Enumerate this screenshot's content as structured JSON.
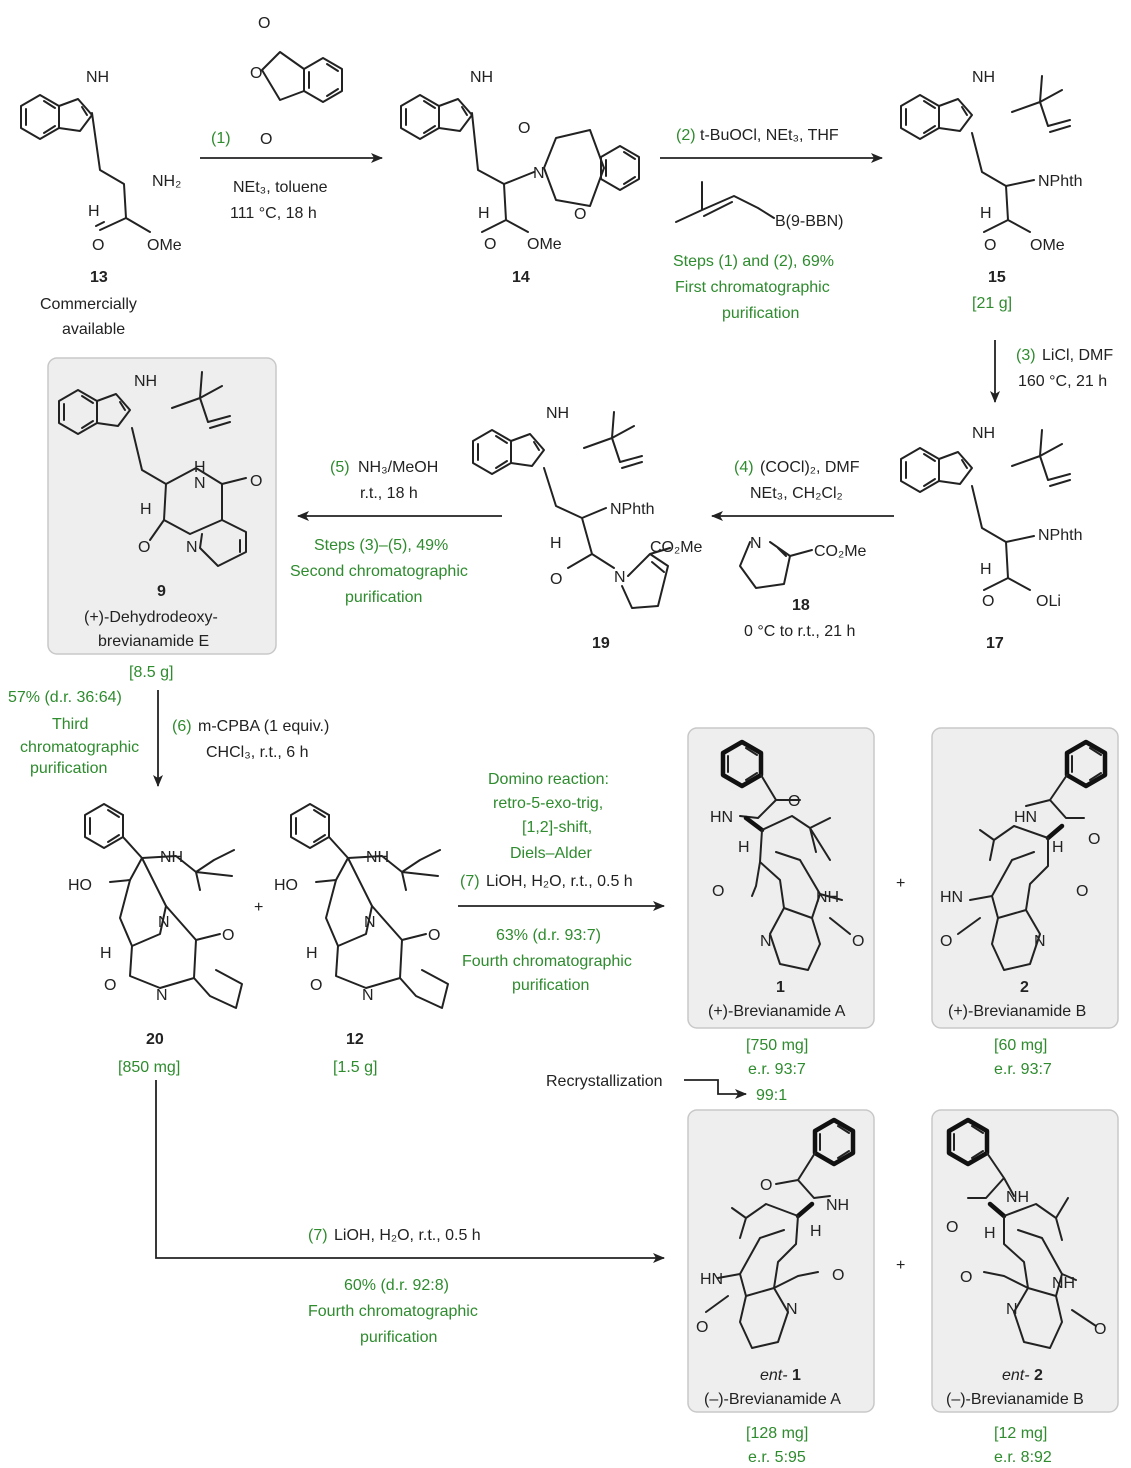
{
  "compounds": {
    "c13": {
      "number": "13",
      "note": [
        "Commercially",
        "available"
      ]
    },
    "c14": {
      "number": "14"
    },
    "c15": {
      "number": "15",
      "amount": "[21 g]"
    },
    "c17": {
      "number": "17"
    },
    "c19": {
      "number": "19"
    },
    "c9": {
      "number": "9",
      "name": [
        "(+)-Dehydrodeoxy-",
        "brevianamide E"
      ],
      "amount": "[8.5 g]"
    },
    "c20": {
      "number": "20",
      "amount": "[850 mg]"
    },
    "c12": {
      "number": "12",
      "amount": "[1.5 g]"
    },
    "c1": {
      "number": "1",
      "name": "(+)-Brevianamide A",
      "amount": "[750 mg]",
      "er": "e.r. 93:7",
      "er_recryst": "99:1"
    },
    "c2": {
      "number": "2",
      "name": "(+)-Brevianamide B",
      "amount": "[60 mg]",
      "er": "e.r. 93:7"
    },
    "cent1": {
      "prefix": "ent-",
      "number": "1",
      "name": "(–)-Brevianamide A",
      "amount": "[128 mg]",
      "er": "e.r. 5:95"
    },
    "cent2": {
      "prefix": "ent-",
      "number": "2",
      "name": "(–)-Brevianamide B",
      "amount": "[12 mg]",
      "er": "e.r. 8:92"
    },
    "c18": {
      "number": "18"
    }
  },
  "atoms": {
    "nh": "NH",
    "h": "H",
    "n": "N",
    "o": "O",
    "me": "OMe",
    "nphth": "NPhth",
    "oli": "OLi",
    "ho": "HO",
    "hn": "HN",
    "co2me": "CO₂Me",
    "b9bbn": "B(9-BBN)",
    "nh2": "NH₂"
  },
  "steps": {
    "s1": {
      "label": "(1)",
      "cond": "NEt₃, toluene",
      "cond2": "111 °C, 18 h"
    },
    "s2": {
      "label": "(2)",
      "reagent": "t-BuOCl, NEt₃, THF",
      "yield": "Steps (1) and (2), 69%",
      "purif": [
        "First chromatographic",
        "purification"
      ]
    },
    "s3": {
      "label": "(3)",
      "reagent": "LiCl, DMF",
      "cond": "160 °C, 21 h"
    },
    "s4": {
      "label": "(4)",
      "reagent": "(COCl)₂, DMF",
      "reagent2": "NEt₃, CH₂Cl₂",
      "cond": "0 °C to r.t., 21 h"
    },
    "s5": {
      "label": "(5)",
      "reagent": "NH₃/MeOH",
      "cond": "r.t., 18 h",
      "yield": "Steps (3)–(5), 49%",
      "purif": [
        "Second chromatographic",
        "purification"
      ]
    },
    "s6": {
      "label": "(6)",
      "reagent": "m-CPBA (1 equiv.)",
      "cond": "CHCl₃, r.t., 6 h",
      "yield": "57% (d.r. 36:64)",
      "purif": [
        "Third",
        "chromatographic",
        "purification"
      ]
    },
    "s7a": {
      "domino": [
        "Domino reaction:",
        "retro-5-exo-trig,",
        "[1,2]-shift,",
        "Diels–Alder"
      ],
      "label": "(7)",
      "reagent": "LiOH, H₂O, r.t., 0.5 h",
      "yield": "63% (d.r. 93:7)",
      "purif": [
        "Fourth chromatographic",
        "purification"
      ]
    },
    "s7b": {
      "label": "(7)",
      "reagent": "LiOH, H₂O, r.t., 0.5 h",
      "yield": "60% (d.r. 92:8)",
      "purif": [
        "Fourth chromatographic",
        "purification"
      ]
    },
    "recryst": "Recrystallization",
    "plus": "+"
  },
  "colors": {
    "annotation": "#2e8b2e",
    "ink": "#222222",
    "box": "#eeeeee"
  }
}
